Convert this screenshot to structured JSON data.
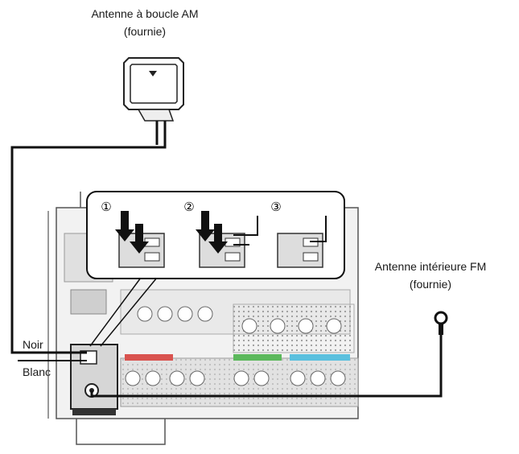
{
  "labels": {
    "am_antenna_title": "Antenne à boucle AM",
    "am_antenna_sub": "(fournie)",
    "fm_antenna_title": "Antenne intérieure FM",
    "fm_antenna_sub": "(fournie)",
    "wire_black": "Noir",
    "wire_white": "Blanc"
  },
  "steps": [
    "①",
    "②",
    "③"
  ],
  "colors": {
    "line": "#111111",
    "panel": "#e4e4e4",
    "panel_dark": "#bdbdbd",
    "front_tag": "#d9534f",
    "center_tag": "#5cb85c",
    "sub_tag": "#5bc0de"
  }
}
